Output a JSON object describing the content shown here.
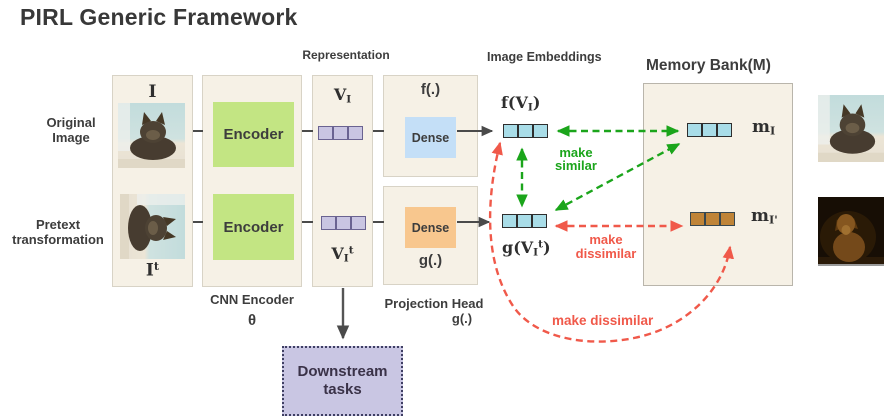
{
  "title": "PIRL Generic Framework",
  "headers": {
    "representation": "Representation",
    "image_embeddings": "Image Embeddings",
    "memory_bank": "Memory Bank(M)"
  },
  "side_labels": {
    "original_image": "Original Image",
    "pretext_transformation": "Pretext transformation"
  },
  "input_column": {
    "top_label": {
      "base": "I"
    },
    "bottom_label": {
      "base": "I",
      "sup": "t"
    }
  },
  "encoder_column": {
    "encoder_top": "Encoder",
    "encoder_bottom": "Encoder",
    "caption": "CNN Encoder",
    "theta": "θ"
  },
  "representation_column": {
    "top": {
      "base": "V",
      "sub": "I"
    },
    "bottom": {
      "base": "V",
      "sub": "I",
      "sup": "t"
    }
  },
  "projection": {
    "f_title": "f(.)",
    "dense_top": "Dense",
    "dense_bottom": "Dense",
    "g_title": "g(.)",
    "caption_line1": "Projection Head",
    "caption_line2": "g(.)"
  },
  "embeddings": {
    "f": {
      "pre": "f(V",
      "sub": "I",
      "post": ")"
    },
    "g": {
      "pre": "g(V",
      "sub": "I",
      "sup": "t",
      "post": ")"
    }
  },
  "memory": {
    "m_positive": {
      "base": "m",
      "sub": "I"
    },
    "m_negative": {
      "base": "m",
      "sub": "I'"
    }
  },
  "relations": {
    "make_similar": "make similar",
    "make_dissimilar_top": "make dissimilar",
    "make_dissimilar_bottom": "make dissimilar"
  },
  "downstream": {
    "label": "Downstream tasks"
  },
  "images": {
    "original": "cat-photo",
    "pretext": "rotated-cat-photo",
    "memory_positive": "cat-photo",
    "memory_negative": "dog-photo"
  },
  "colors": {
    "panel_cream": "#f6f1e6",
    "encoder_green": "#c3e583",
    "dense_blue": "#c4dff7",
    "dense_orange": "#f8c78e",
    "vector_purple": "#c9c5e2",
    "embedding_cyan": "#a9dde8",
    "memory_brown": "#bf8438",
    "downstream_purple": "#c9c6e3",
    "similar_green": "#1ba51b",
    "dissimilar_red": "#f0594a"
  }
}
